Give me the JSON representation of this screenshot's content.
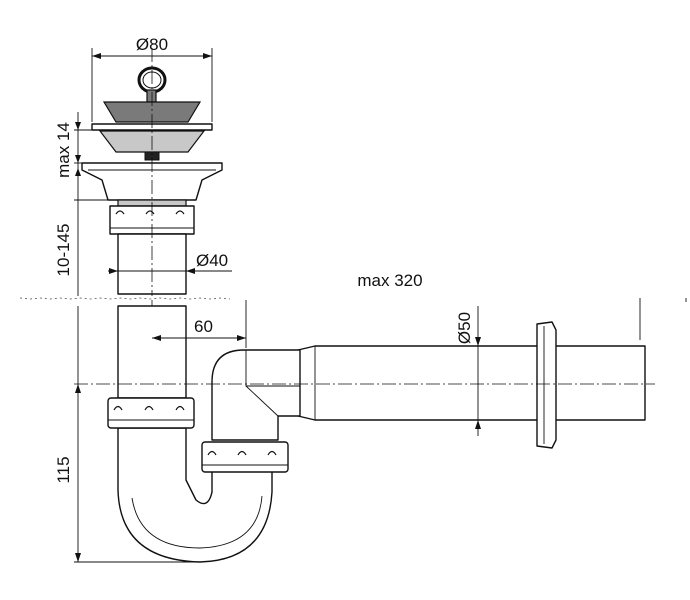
{
  "dimensions": {
    "strainer_diameter": "Ø80",
    "strainer_height": "max 14",
    "adjust_range": "10-145",
    "tailpipe_diameter": "Ø40",
    "wall_pipe_length": "max 320",
    "offset": "60",
    "outlet_diameter": "Ø50",
    "trap_depth": "115"
  },
  "colors": {
    "line": "#111111",
    "plug": "#7a7a7a",
    "flange": "#c8c8c8",
    "background": "#ffffff"
  }
}
